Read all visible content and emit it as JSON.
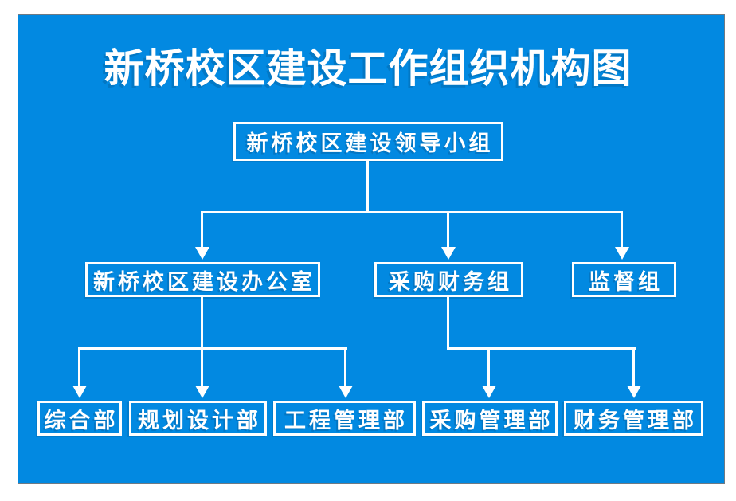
{
  "title": "新桥校区建设工作组织机构图",
  "nodes": {
    "root": {
      "label": "新桥校区建设领导小组"
    },
    "office": {
      "label": "新桥校区建设办公室"
    },
    "procurement_finance": {
      "label": "采购财务组"
    },
    "supervision": {
      "label": "监督组"
    },
    "general": {
      "label": "综合部"
    },
    "planning_design": {
      "label": "规划设计部"
    },
    "engineering_mgmt": {
      "label": "工程管理部"
    },
    "procurement_mgmt": {
      "label": "采购管理部"
    },
    "finance_mgmt": {
      "label": "财务管理部"
    }
  },
  "hierarchy": {
    "root": "新桥校区建设领导小组",
    "children_of_root": [
      "新桥校区建设办公室",
      "采购财务组",
      "监督组"
    ],
    "children_of_office": [
      "综合部",
      "规划设计部",
      "工程管理部"
    ],
    "children_of_procurement_finance": [
      "采购管理部",
      "财务管理部"
    ]
  },
  "colors": {
    "page_background": "#ffffff",
    "canvas_background": "#0289e1",
    "canvas_frame_border": "#6e7a84",
    "line_and_text": "#ffffff"
  }
}
